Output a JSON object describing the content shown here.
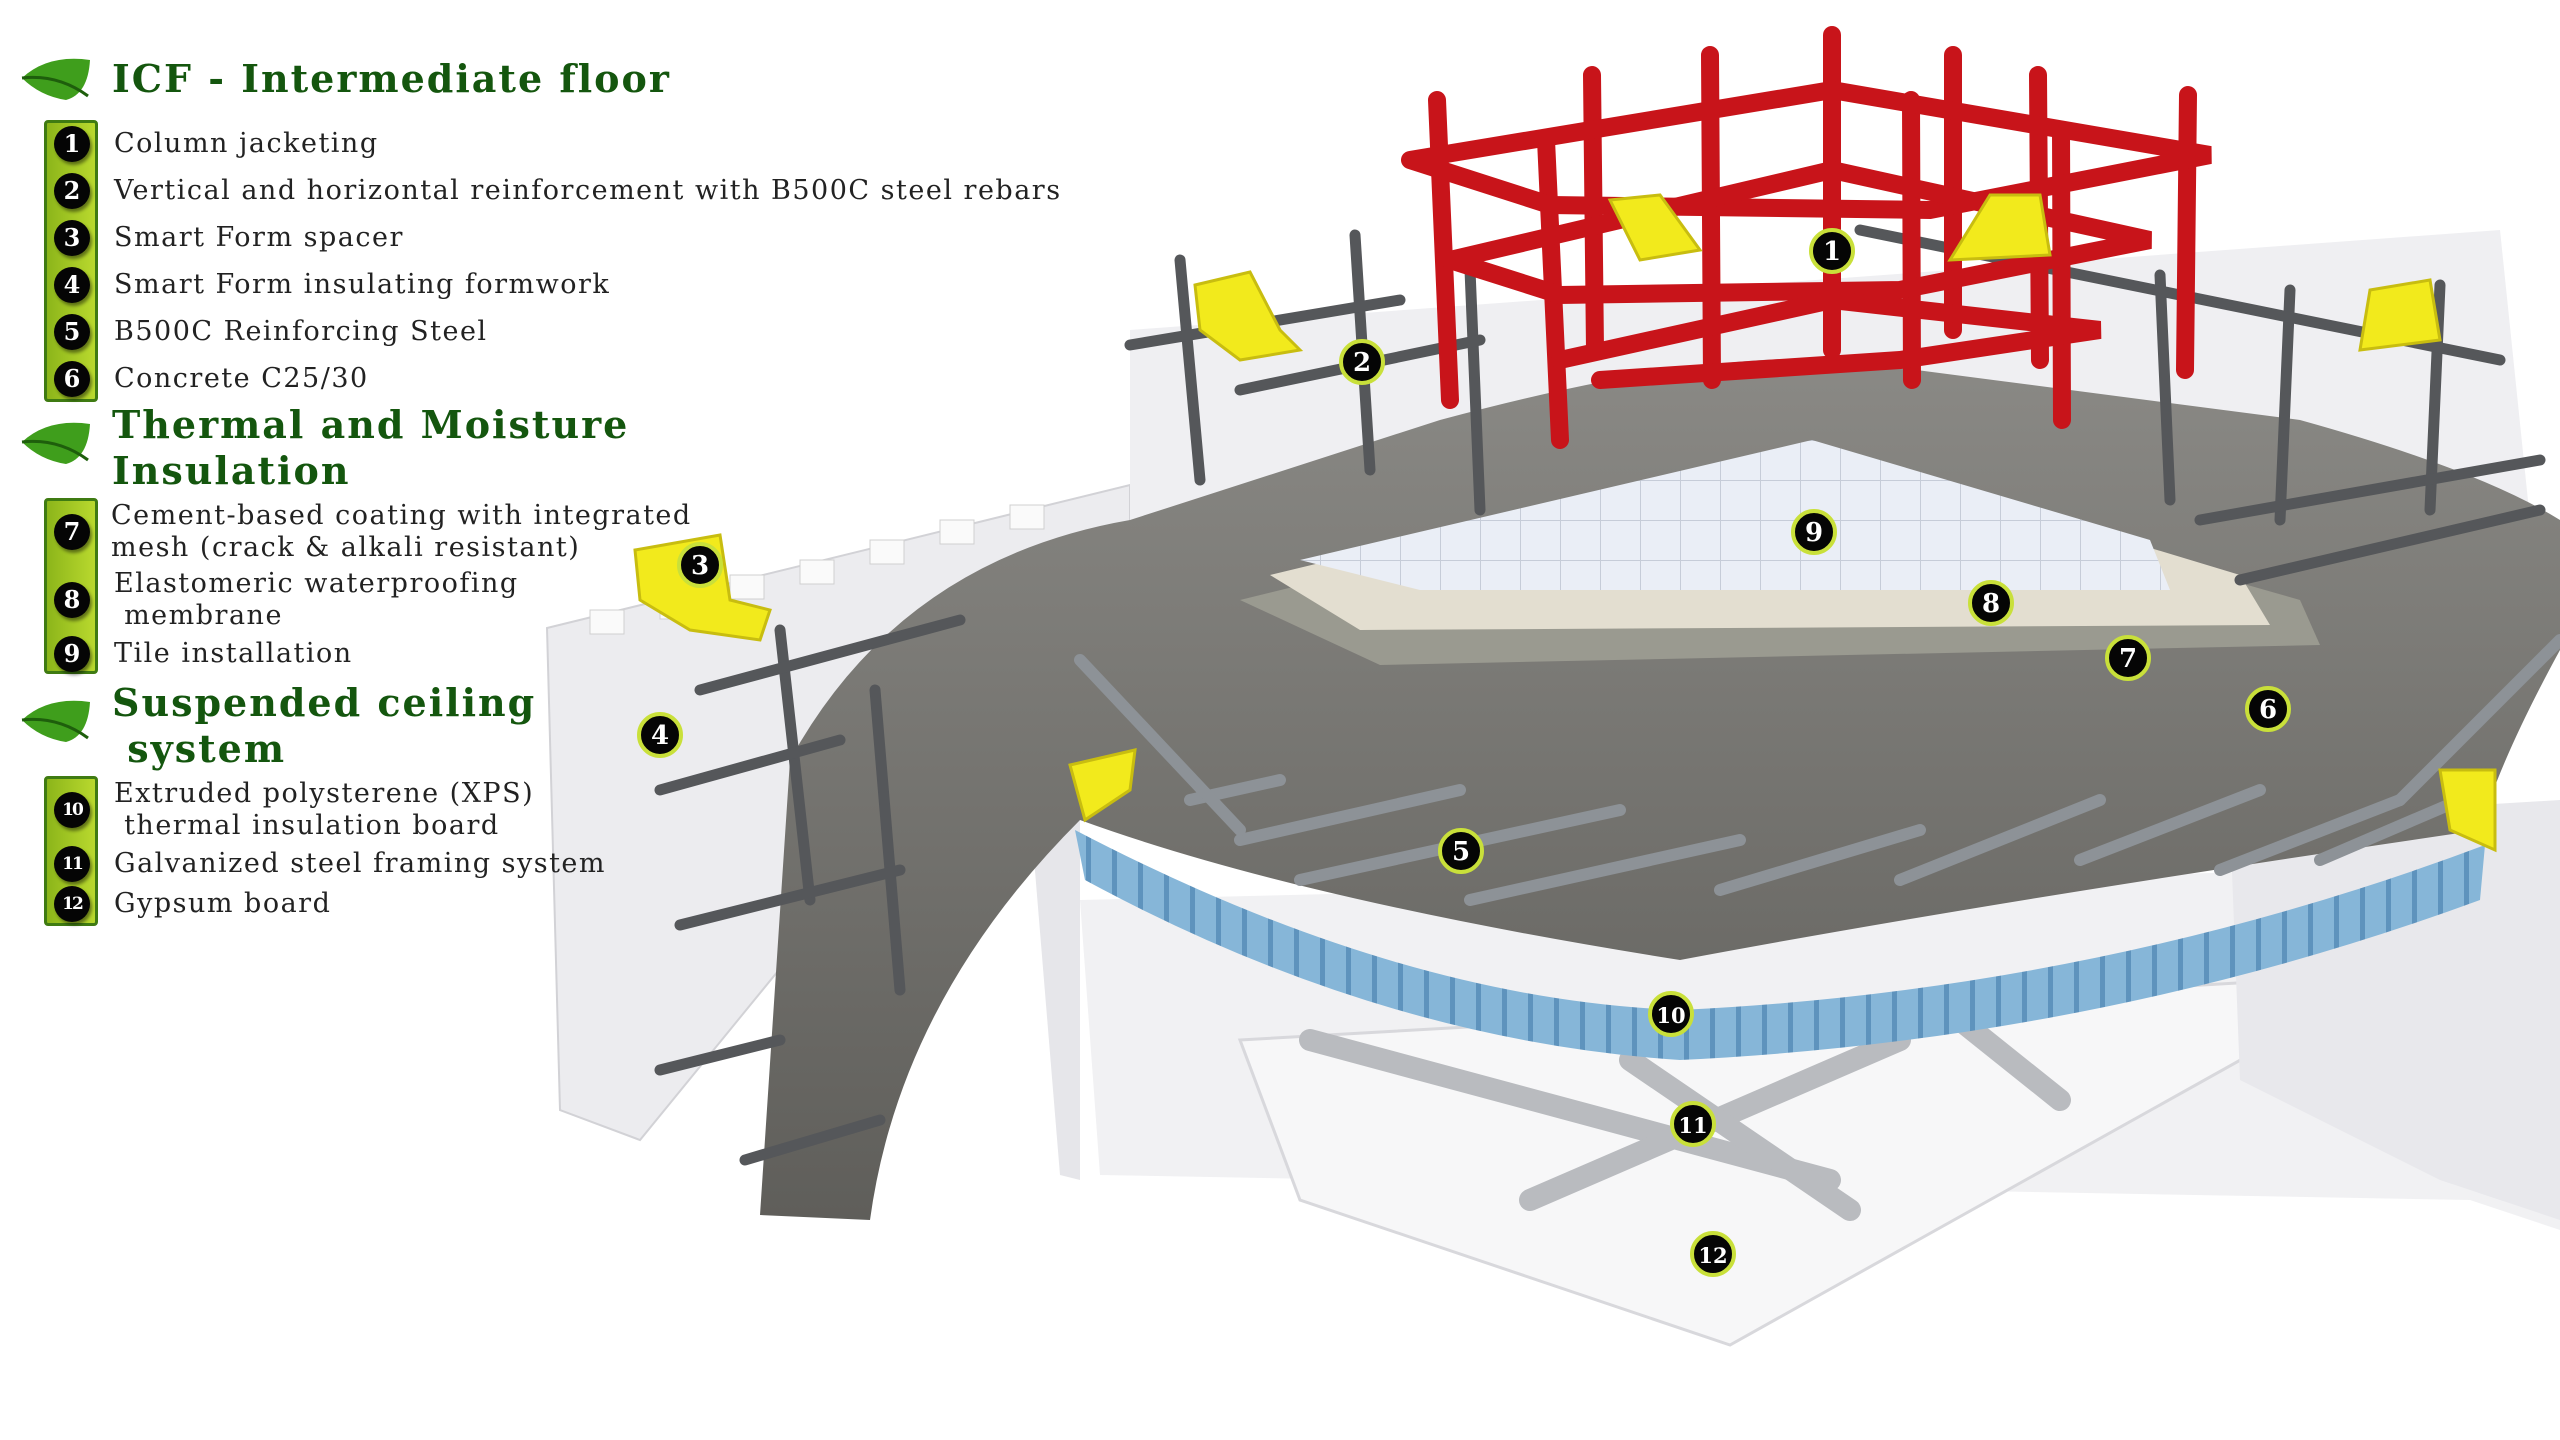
{
  "sections": [
    {
      "title": "ICF - Intermediate floor",
      "items": [
        {
          "num": "1",
          "label": "Column jacketing"
        },
        {
          "num": "2",
          "label": "Vertical and horizontal reinforcement with B500C steel rebars"
        },
        {
          "num": "3",
          "label": "Smart Form spacer"
        },
        {
          "num": "4",
          "label": "Smart Form insulating formwork"
        },
        {
          "num": "5",
          "label": "B500C Reinforcing Steel"
        },
        {
          "num": "6",
          "label": "Concrete C25/30"
        }
      ]
    },
    {
      "title_line1": "Thermal and Moisture",
      "title_line2": "Insulation",
      "items": [
        {
          "num": "7",
          "label_line1": "Cement-based coating with integrated",
          "label_line2": "mesh (crack & alkali resistant)"
        },
        {
          "num": "8",
          "label_line1": "Elastomeric waterproofing",
          "label_line2": " membrane"
        },
        {
          "num": "9",
          "label": "Tile installation"
        }
      ]
    },
    {
      "title_line1": "Suspended ceiling",
      "title_line2": " system",
      "items": [
        {
          "num": "10",
          "label_line1": "Extruded polysterene (XPS)",
          "label_line2": " thermal insulation board"
        },
        {
          "num": "11",
          "label": "Galvanized steel framing system"
        },
        {
          "num": "12",
          "label": "Gypsum board"
        }
      ]
    }
  ],
  "markers": [
    "1",
    "2",
    "3",
    "4",
    "5",
    "6",
    "7",
    "8",
    "9",
    "10",
    "11",
    "12"
  ],
  "colors": {
    "heading": "#14560e",
    "badge_box": "#9cc21f",
    "rebar_cage": "#c8141a",
    "spacer": "#f2ea1c",
    "xps": "#7fb2d6",
    "concrete": "#7c7b77"
  }
}
